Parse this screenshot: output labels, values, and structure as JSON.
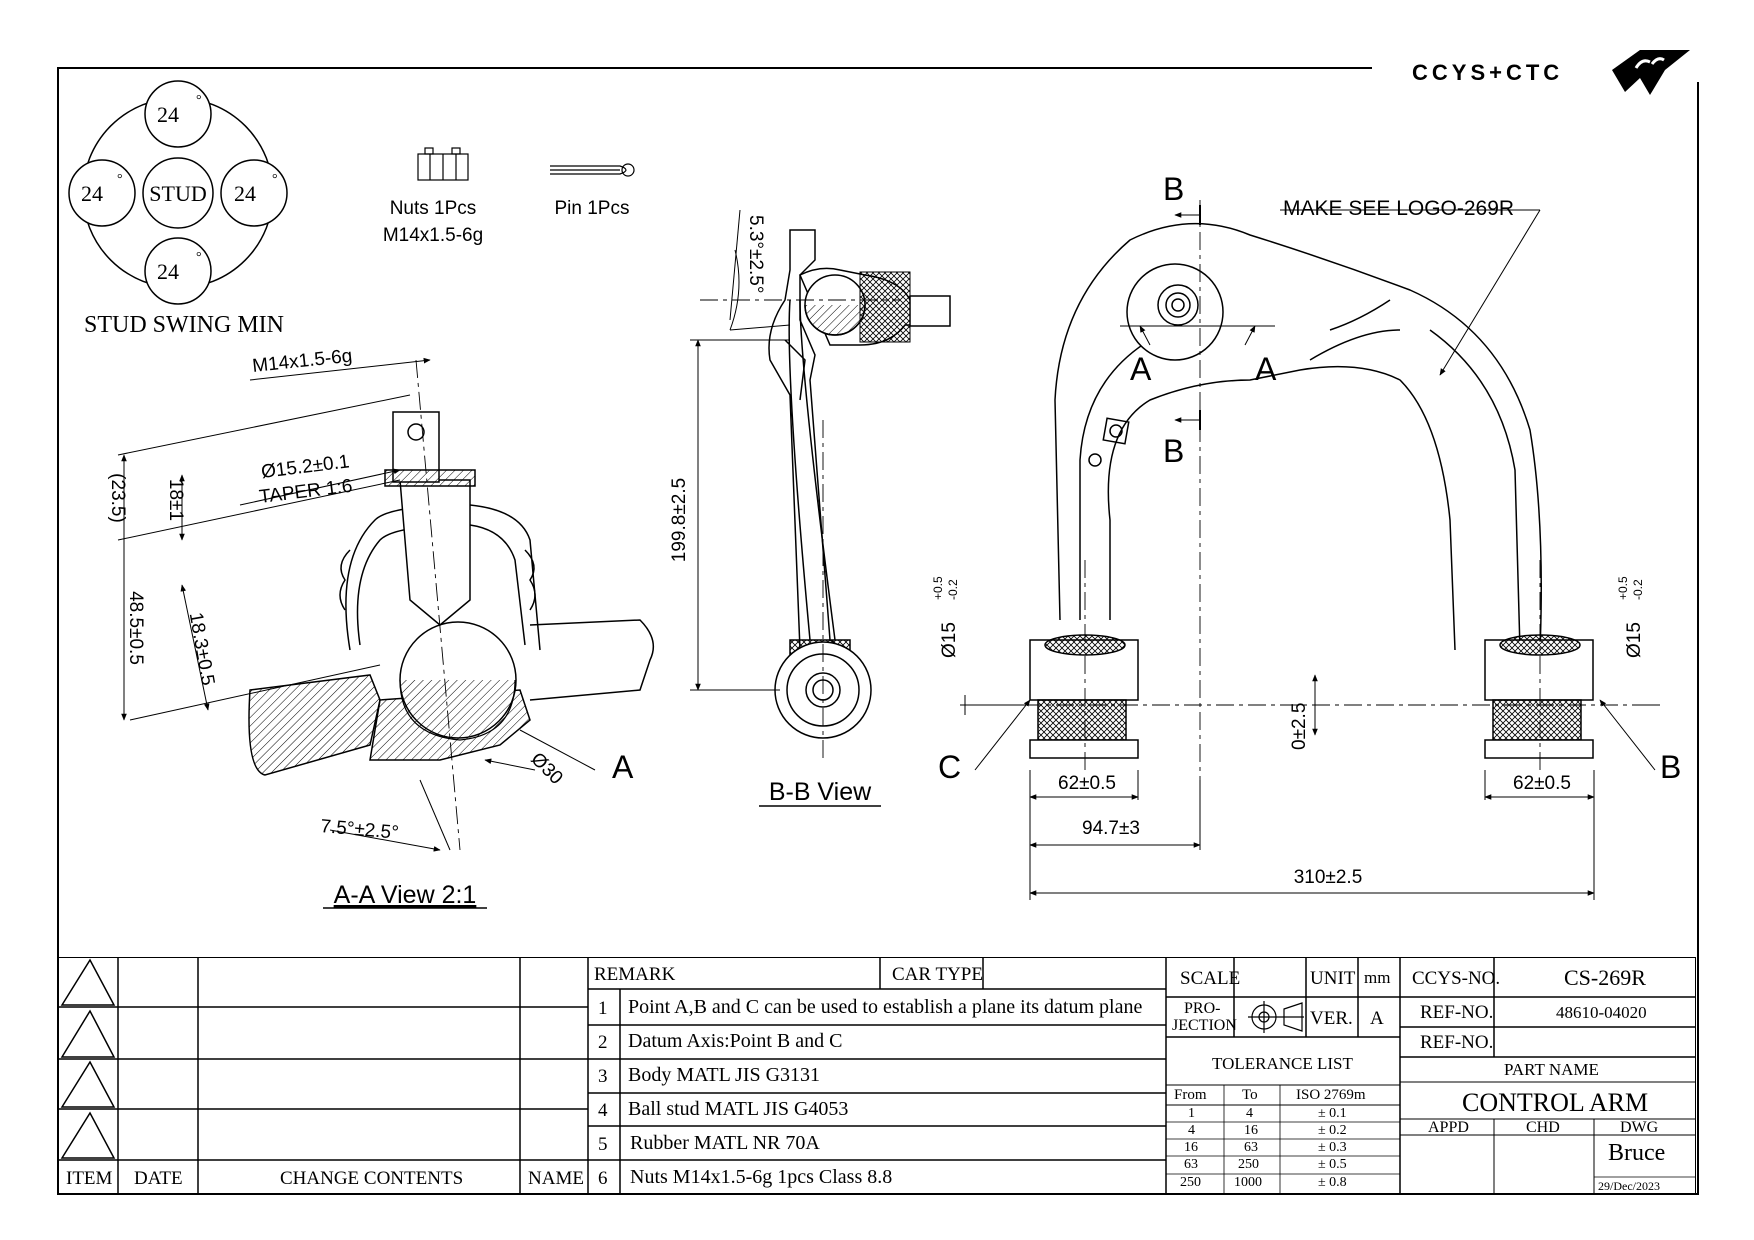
{
  "logo": {
    "text": "CCYS+CTC"
  },
  "stud_swing": {
    "title": "STUD SWING MIN",
    "center_label": "STUD",
    "angles": [
      "24",
      "24",
      "24",
      "24"
    ],
    "degree_symbol": "°"
  },
  "parts": [
    {
      "name": "Nuts 1Pcs",
      "spec": "M14x1.5-6g"
    },
    {
      "name": "Pin 1Pcs",
      "spec": ""
    }
  ],
  "views": {
    "aa": {
      "title": "A-A View 2:1",
      "dims": {
        "thread": "M14x1.5-6g",
        "taper_dia": "Ø15.2±0.1",
        "taper": "TAPER 1:6",
        "d_23_5": "(23.5)",
        "d_18": "18±1",
        "d_48_5": "48.5±0.5",
        "d_18_3": "18.3±0.5",
        "d_30": "Ø30",
        "angle": "7.5°±2.5°",
        "point": "A"
      }
    },
    "bb": {
      "title": "B-B View",
      "dims": {
        "angle": "5.3°±2.5°",
        "length": "199.8±2.5"
      }
    },
    "main": {
      "note": "MAKE SEE LOGO-269R",
      "section_labels": {
        "b": "B",
        "a": "A",
        "c": "C"
      },
      "dims": {
        "bush_dia": "Ø15",
        "tol_up": "+0.5",
        "tol_down": "-0.2",
        "width_left": "62±0.5",
        "width_right": "62±0.5",
        "offset": "0±2.5",
        "ball_pos": "94.7±3",
        "overall": "310±2.5"
      }
    }
  },
  "title_block": {
    "revision_headers": {
      "item": "ITEM",
      "date": "DATE",
      "change": "CHANGE CONTENTS",
      "name": "NAME"
    },
    "remark_label": "REMARK",
    "car_type_label": "CAR TYPE",
    "remarks": [
      {
        "no": "1",
        "text": "Point A,B and C can be used to establish a plane its datum plane"
      },
      {
        "no": "2",
        "text": "Datum Axis:Point B and C"
      },
      {
        "no": "3",
        "text": "Body MATL JIS G3131"
      },
      {
        "no": "4",
        "text": "Ball stud MATL JIS G4053"
      },
      {
        "no": "5",
        "text": "Rubber MATL NR 70A"
      },
      {
        "no": "6",
        "text": "Nuts M14x1.5-6g 1pcs Class 8.8"
      }
    ],
    "scale_label": "SCALE",
    "unit_label": "UNIT",
    "unit_value": "mm",
    "projection_label_1": "PRO-",
    "projection_label_2": "JECTION",
    "ver_label": "VER.",
    "ver_value": "A",
    "tolerance_title": "TOLERANCE LIST",
    "tolerance_headers": {
      "from": "From",
      "to": "To",
      "iso": "ISO 2769m"
    },
    "tolerances": [
      {
        "from": "1",
        "to": "4",
        "tol": "± 0.1"
      },
      {
        "from": "4",
        "to": "16",
        "tol": "± 0.2"
      },
      {
        "from": "16",
        "to": "63",
        "tol": "± 0.3"
      },
      {
        "from": "63",
        "to": "250",
        "tol": "± 0.5"
      },
      {
        "from": "250",
        "to": "1000",
        "tol": "± 0.8"
      }
    ],
    "ccys_no_label": "CCYS-NO.",
    "ccys_no": "CS-269R",
    "ref_no_label_1": "REF-NO.",
    "ref_no_1": "48610-04020",
    "ref_no_label_2": "REF-NO.",
    "ref_no_2": "",
    "part_name_label": "PART NAME",
    "part_name": "CONTROL ARM",
    "appd_label": "APPD",
    "chd_label": "CHD",
    "dwg_label": "DWG",
    "dwg_by": "Bruce",
    "date": "29/Dec/2023"
  }
}
